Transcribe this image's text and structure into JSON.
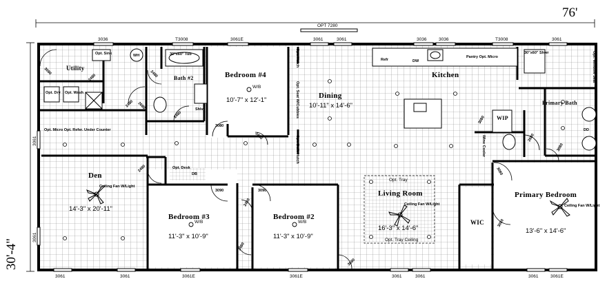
{
  "overall": {
    "width": "76'",
    "depth": "30'-4\"",
    "opt_label": "OPT 7280"
  },
  "rooms": {
    "bedroom4": {
      "name": "Bedroom #4",
      "dims": "10'-7\" x 12'-1\"",
      "wb": "W/B"
    },
    "dining": {
      "name": "Dining",
      "dims": "10'-11\" x 14'-6\""
    },
    "kitchen": {
      "name": "Kitchen"
    },
    "utility": {
      "name": "Utility"
    },
    "bath2": {
      "name": "Bath #2"
    },
    "primary_bath": {
      "name": "Primary Bath"
    },
    "den": {
      "name": "Den",
      "fan": "Ceiling Fan W/Light",
      "dims": "14'-3\" x 20'-11\""
    },
    "bedroom3": {
      "name": "Bedroom #3",
      "wb": "W/B",
      "dims": "11'-3\" x 10'-9\""
    },
    "bedroom2": {
      "name": "Bedroom #2",
      "wb": "W/B",
      "dims": "11'-3\" x 10'-9\""
    },
    "living": {
      "name": "Living Room",
      "fan": "Ceiling Fan W/Light",
      "dims": "16'-3\" x 14'-6\"",
      "opt_ceiling": "Opt. Tray Ceiling",
      "opt_top": "Opt. Tray"
    },
    "primary_bedroom": {
      "name": "Primary Bedroom",
      "fan": "Ceiling Fan W/Light",
      "dims": "13'-6\" x 14'-6\""
    },
    "wic": {
      "name": "WIC"
    },
    "wip": {
      "name": "WIP"
    }
  },
  "fixtures": {
    "opt_sink": "Opt. Sink",
    "wh": "WH",
    "tub": "30\"x60\" Tub",
    "shlvs": "Shlvs",
    "opt_dry": "Opt. Dry",
    "opt_wash": "Opt. Wash",
    "refr": "Refr",
    "dw": "DW",
    "pantry": "Pantry Opt. Micro",
    "shwr": "30\"x60\" Shwr",
    "opt_window_seat": "Opt. Window Seat",
    "opt_micro": "Opt. Micro Opt. Refer. Under Counter",
    "opt_hutch": "Opt. Hutch",
    "opt_seat": "Opt. Seat W/Cubbies",
    "opt_built": "Opt. Built Hutch",
    "opt_desk": "Opt. Desk",
    "db": "DB",
    "wine_cooler": "Wine Cooler",
    "dd": "DD"
  },
  "windows": {
    "top": [
      "3036",
      "T3008",
      "3061E",
      "3061",
      "3061",
      "3036",
      "3036",
      "T3008",
      "3061"
    ],
    "bottom": [
      "3061",
      "3061",
      "3061E",
      "3061E",
      "3061",
      "3061",
      "3061",
      "3061E"
    ],
    "left": [
      "3061",
      "3061"
    ]
  },
  "doors": [
    "3080",
    "2480",
    "2480",
    "2480",
    "2480",
    "2680",
    "3080",
    "2480",
    "3090",
    "3090",
    "2480",
    "2480",
    "2480",
    "3680",
    "3080",
    "3080",
    "2680",
    "3080",
    "3080"
  ]
}
